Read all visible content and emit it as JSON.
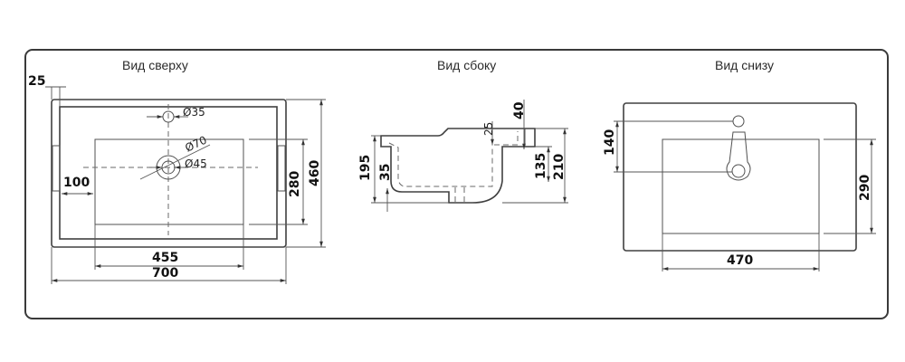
{
  "drawing": {
    "subject": "Washbasin dimension drawing",
    "line_color": "#404040",
    "text_color": "#111111",
    "background": "#ffffff"
  },
  "views": {
    "top": {
      "title": "Вид сверху",
      "dimensions": {
        "overflow_offset": "25",
        "tap_hole": "Ø35",
        "drain_outer": "Ø70",
        "drain_inner": "Ø45",
        "side_margin": "100",
        "bowl_depth": "280",
        "total_depth": "460",
        "bowl_width": "455",
        "total_width": "700"
      }
    },
    "side": {
      "title": "Вид сбоку",
      "dimensions": {
        "total_height": "195",
        "drain_projection": "35",
        "rim_step": "25",
        "rim_top": "40",
        "back_height": "135",
        "overall_height": "210"
      }
    },
    "bottom": {
      "title": "Вид снизу",
      "dimensions": {
        "hole_spacing": "140",
        "base_depth": "290",
        "base_width": "470"
      }
    }
  }
}
